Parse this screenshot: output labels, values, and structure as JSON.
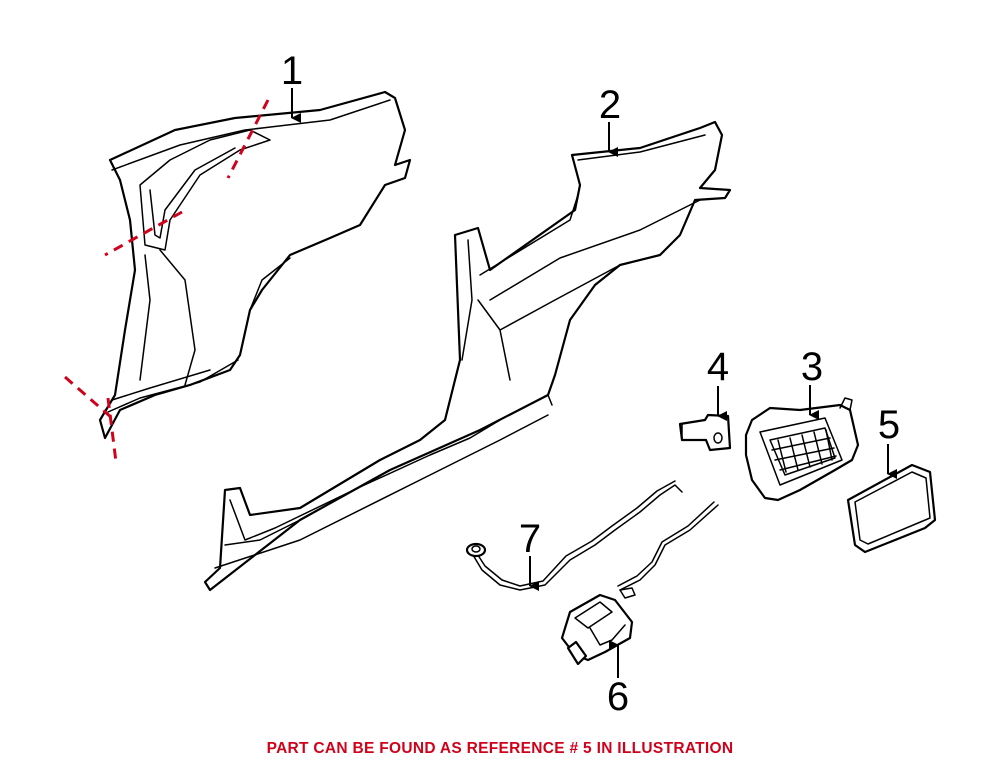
{
  "callouts": [
    {
      "id": "1",
      "label": "1"
    },
    {
      "id": "2",
      "label": "2"
    },
    {
      "id": "3",
      "label": "3"
    },
    {
      "id": "4",
      "label": "4"
    },
    {
      "id": "5",
      "label": "5"
    },
    {
      "id": "6",
      "label": "6"
    },
    {
      "id": "7",
      "label": "7"
    }
  ],
  "footer": {
    "note": "PART CAN BE FOUND AS REFERENCE # 5 IN ILLUSTRATION"
  },
  "colors": {
    "note": "#d0021b",
    "cut_line": "#d0021b",
    "line": "#000000"
  }
}
